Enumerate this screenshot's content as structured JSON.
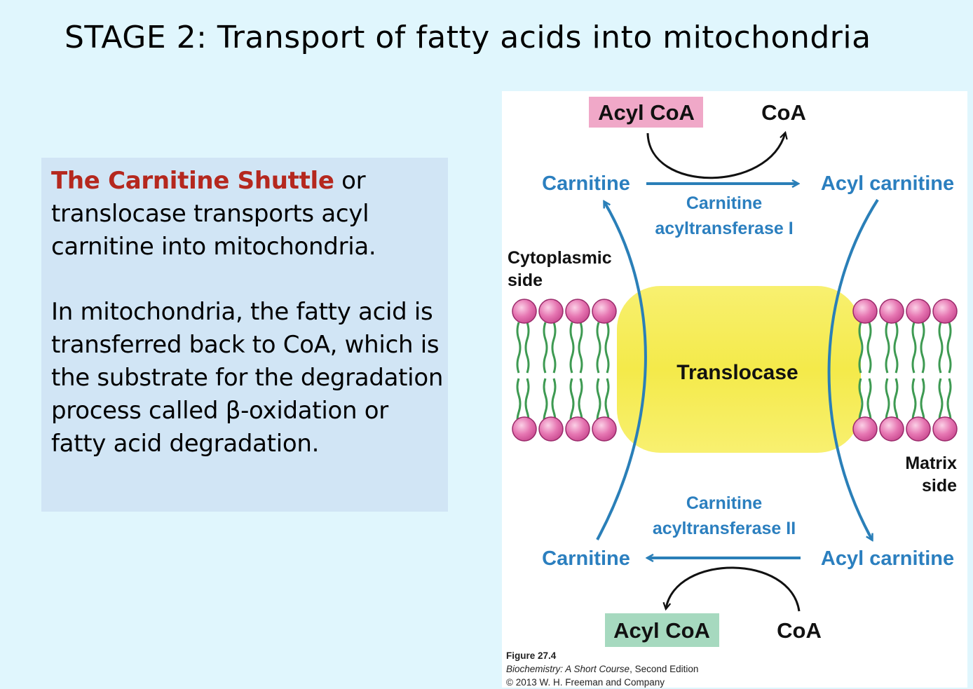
{
  "slide": {
    "title": "STAGE 2:  Transport of fatty acids into mitochondria"
  },
  "text_box": {
    "p1_highlight": "The Carnitine Shuttle",
    "p1_rest": " or translocase transports acyl carnitine into mitochondria.",
    "p2": "In mitochondria, the fatty acid is transferred back to CoA, which is the substrate for the degradation process called β-oxidation or fatty acid degradation."
  },
  "figure": {
    "top_acyl_coa": "Acyl CoA",
    "top_coa": "CoA",
    "top_carnitine": "Carnitine",
    "top_acyl_carnitine": "Acyl carnitine",
    "enzyme1_line1": "Carnitine",
    "enzyme1_line2": "acyltransferase I",
    "cytoplasmic_line1": "Cytoplasmic",
    "cytoplasmic_line2": "side",
    "translocase": "Translocase",
    "matrix_line1": "Matrix",
    "matrix_line2": "side",
    "enzyme2_line1": "Carnitine",
    "enzyme2_line2": "acyltransferase II",
    "bottom_carnitine": "Carnitine",
    "bottom_acyl_carnitine": "Acyl carnitine",
    "bottom_acyl_coa": "Acyl CoA",
    "bottom_coa": "CoA",
    "caption_figure": "Figure 27.4",
    "caption_book": "Biochemistry: A Short Course",
    "caption_edition": ", Second Edition",
    "caption_copyright": "© 2013 W. H. Freeman and Company",
    "colors": {
      "blue_text": "#2b7fbf",
      "arrow_blue": "#2a7fb8",
      "acyl_coa_pink": "#f0a8c8",
      "acyl_coa_green": "#a6d9bf",
      "translocase_yellow": "#f6ee5a",
      "lipid_head": "#e470ae",
      "lipid_tail": "#3e9a52"
    }
  }
}
